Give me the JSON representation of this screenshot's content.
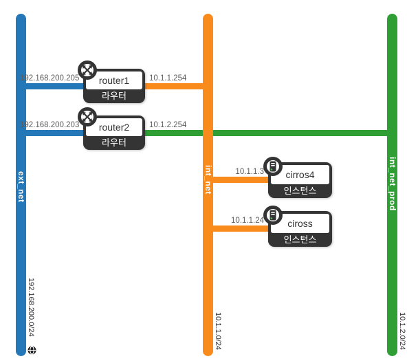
{
  "topology": {
    "networks": [
      {
        "label": "ext_net",
        "subnet": "192.168.200.0/24",
        "color": "#2578b8",
        "external": true,
        "badge": "globe-icon"
      },
      {
        "label": "int_net",
        "subnet": "10.1.1.0/24",
        "color": "#f98b1d",
        "external": false
      },
      {
        "label": "int_net_prod",
        "subnet": "10.1.2.0/24",
        "color": "#2f9f35",
        "external": false
      }
    ],
    "devices": [
      {
        "name": "router1",
        "type": "라우터",
        "icon": "router-icon",
        "left_ip": "192.168.200.205",
        "right_ip": "10.1.1.254"
      },
      {
        "name": "router2",
        "type": "라우터",
        "icon": "router-icon",
        "left_ip": "192.168.200.203",
        "right_ip": "10.1.2.254"
      },
      {
        "name": "cirros4",
        "type": "인스턴스",
        "icon": "server-icon",
        "ip": "10.1.1.3"
      },
      {
        "name": "ciross",
        "type": "인스턴스",
        "icon": "server-icon",
        "ip": "10.1.1.24"
      }
    ]
  }
}
